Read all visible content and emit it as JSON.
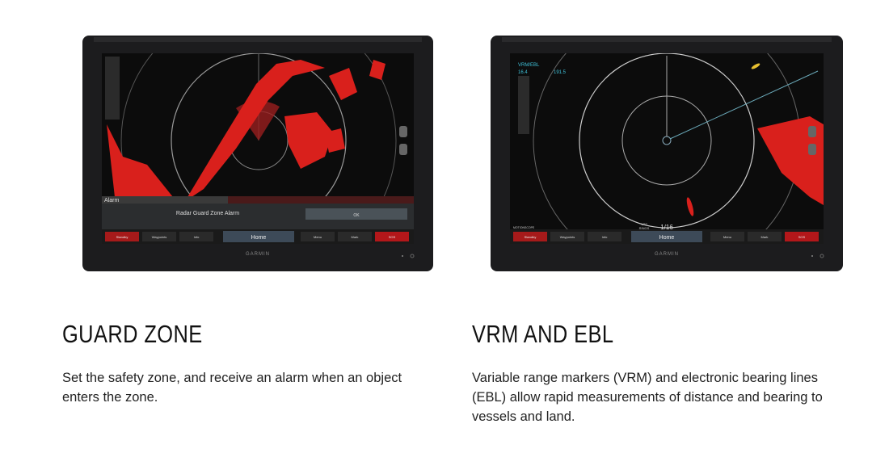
{
  "features": [
    {
      "title": "GUARD ZONE",
      "description": "Set the safety zone, and receive an alarm when an object enters the zone.",
      "screen": {
        "alarm_header": "Alarm",
        "alarm_message": "Radar Guard Zone Alarm",
        "ok_label": "OK",
        "buttons": [
          "Standby",
          "Waypoints",
          "Info",
          "Home",
          "Menu",
          "Mark",
          "SOS"
        ],
        "brand": "GARMIN"
      }
    },
    {
      "title": "VRM AND EBL",
      "description": "Variable range markers (VRM) and electronic bearing lines (EBL) allow rapid measurements of distance and bearing to vessels and land.",
      "screen": {
        "vrm_label": "VRM/EBL",
        "vrm_range": "16.4",
        "ebl_bearing": "191.5",
        "mode_label": "MOTIONSCOPE",
        "range_scale": "1/16",
        "rings_value": "1/32",
        "rings_label": "RINGS",
        "buttons": [
          "Standby",
          "Waypoints",
          "Info",
          "Home",
          "Menu",
          "Mark",
          "SOS"
        ],
        "brand": "GARMIN"
      }
    }
  ],
  "colors": {
    "radar_echo": "#d9201c",
    "screen": "#0c0c0c",
    "bezel": "#1c1c1e",
    "vrm_text": "#3fc0d8",
    "sos": "#b3171a"
  }
}
